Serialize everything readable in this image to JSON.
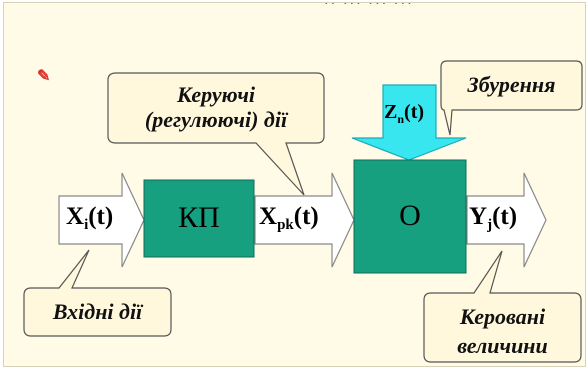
{
  "header_fragment": "·· ··· ··· ···",
  "callouts": {
    "control_line1": "Керуючі",
    "control_line2": "(регулюючі) дії",
    "disturbance": "Збурення",
    "inputs": "Вхідні дії",
    "outputs_line1": "Керовані",
    "outputs_line2": "величини"
  },
  "blocks": {
    "controller": "КП",
    "object": "O"
  },
  "signals": {
    "input": {
      "main": "X",
      "sub": "i",
      "tail": "(t)"
    },
    "control": {
      "main": "X",
      "sub": "pk",
      "tail": "(t)"
    },
    "output": {
      "main": "Y",
      "sub": "j",
      "tail": "(t)"
    },
    "disturbance": {
      "main": "Z",
      "sub": "n",
      "tail": "(t)"
    }
  },
  "icons": {
    "pointer": "eye-pen-icon"
  },
  "colors": {
    "background": "#fffbe6",
    "block_fill": "#16a080",
    "disturbance_arrow": "#37e6ee",
    "callout_fill": "#fff8dc"
  }
}
